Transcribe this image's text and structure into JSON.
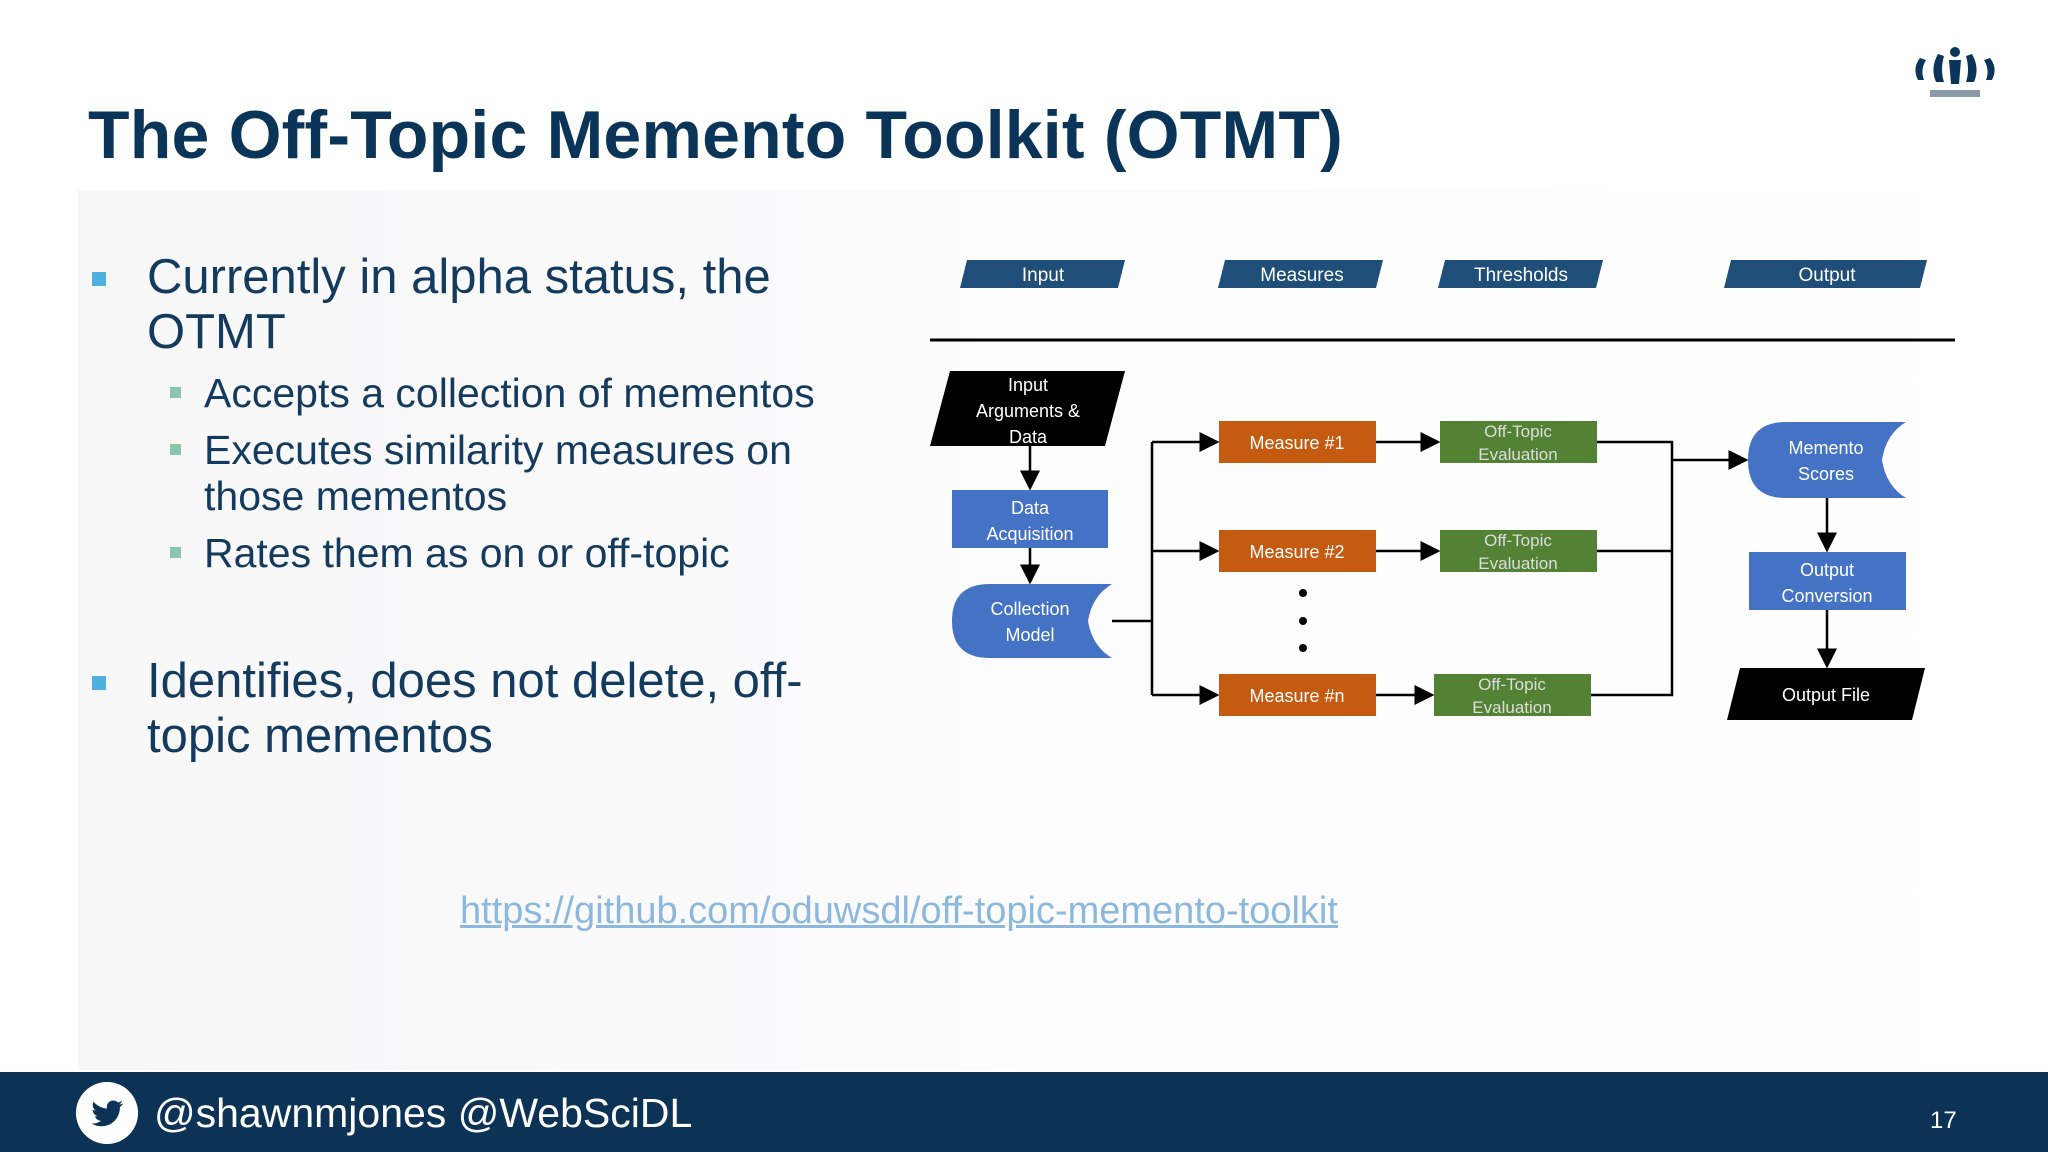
{
  "title": "The Off-Topic Memento Toolkit (OTMT)",
  "bullets": {
    "b1_line1": "Currently in alpha status, the",
    "b1_line2": "OTMT",
    "sub1": "Accepts a collection of mementos",
    "sub2_line1": "Executes similarity measures on",
    "sub2_line2": "those mementos",
    "sub3": "Rates them as on or off-topic",
    "b2_line1": "Identifies, does not delete, off-",
    "b2_line2": "topic mementos"
  },
  "link": "https://github.com/oduwsdl/off-topic-memento-toolkit",
  "diagram": {
    "headers": {
      "input": "Input",
      "measures": "Measures",
      "thresholds": "Thresholds",
      "output": "Output"
    },
    "input_args": [
      "Input",
      "Arguments &",
      "Data"
    ],
    "data_acq": [
      "Data",
      "Acquisition"
    ],
    "collection_model": [
      "Collection",
      "Model"
    ],
    "measure1": "Measure #1",
    "measure2": "Measure #2",
    "measuren": "Measure #n",
    "offtopic": [
      "Off-Topic",
      "Evaluation"
    ],
    "memento_scores": [
      "Memento",
      "Scores"
    ],
    "output_conversion": [
      "Output",
      "Conversion"
    ],
    "output_file": "Output File"
  },
  "footer": {
    "handles": "@shawnmjones @WebSciDL",
    "page_number": "17"
  },
  "colors": {
    "title": "#0b3558",
    "header_box": "#1f4e79",
    "process_blue": "#4472c4",
    "measure_orange": "#c55a11",
    "eval_green": "#548235",
    "footer_bg": "#0c3356",
    "bullet_blue": "#4fb0dd",
    "bullet_green": "#8cc6aa",
    "link": "#8db8dd"
  }
}
